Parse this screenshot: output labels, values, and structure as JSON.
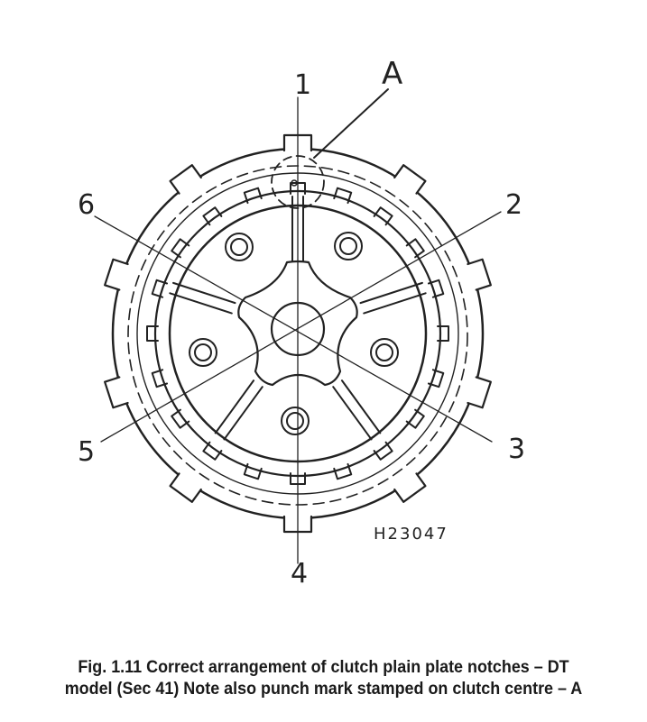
{
  "figure": {
    "labels": {
      "pos1": "1",
      "pos2": "2",
      "pos3": "3",
      "pos4": "4",
      "pos5": "5",
      "pos6": "6",
      "punch_mark": "A"
    },
    "drawing_code": "H23047",
    "caption": {
      "line1": "Fig. 1.11 Correct arrangement of clutch plain plate notches – DT",
      "line2": "model (Sec 41) Note also punch mark stamped on clutch centre – A"
    }
  }
}
